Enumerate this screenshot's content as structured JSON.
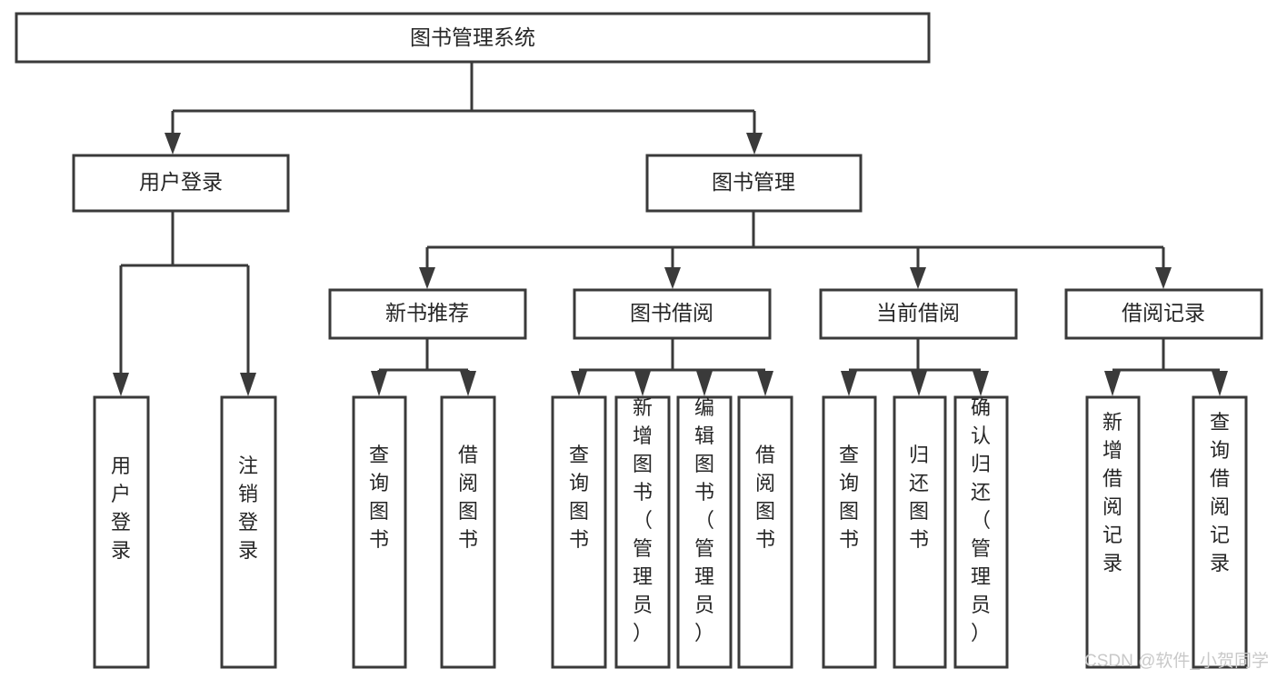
{
  "diagram": {
    "type": "tree-hierarchy-chart",
    "title_node": "图书管理系统",
    "orientation": "top-down",
    "levels": 4,
    "colors": {
      "box_fill": "#ffffff",
      "box_stroke": "#3a3a3a",
      "text": "#262626",
      "background": "#ffffff",
      "watermark": "#c9c9c9"
    },
    "nodes": {
      "root": "图书管理系统",
      "level2": [
        "用户登录",
        "图书管理"
      ],
      "level3": [
        "新书推荐",
        "图书借阅",
        "当前借阅",
        "借阅记录"
      ],
      "leaves_user_login": [
        "用户登录",
        "注销登录"
      ],
      "leaves_new_books": [
        "查询图书",
        "借阅图书"
      ],
      "leaves_borrow": [
        "查询图书",
        "新增图书（管理员）",
        "编辑图书（管理员）",
        "借阅图书"
      ],
      "leaves_current": [
        "查询图书",
        "归还图书",
        "确认归还（管理员）"
      ],
      "leaves_records": [
        "新增借阅记录",
        "查询借阅记录"
      ]
    }
  },
  "watermark": {
    "text": "CSDN @软件_小贺同学"
  }
}
